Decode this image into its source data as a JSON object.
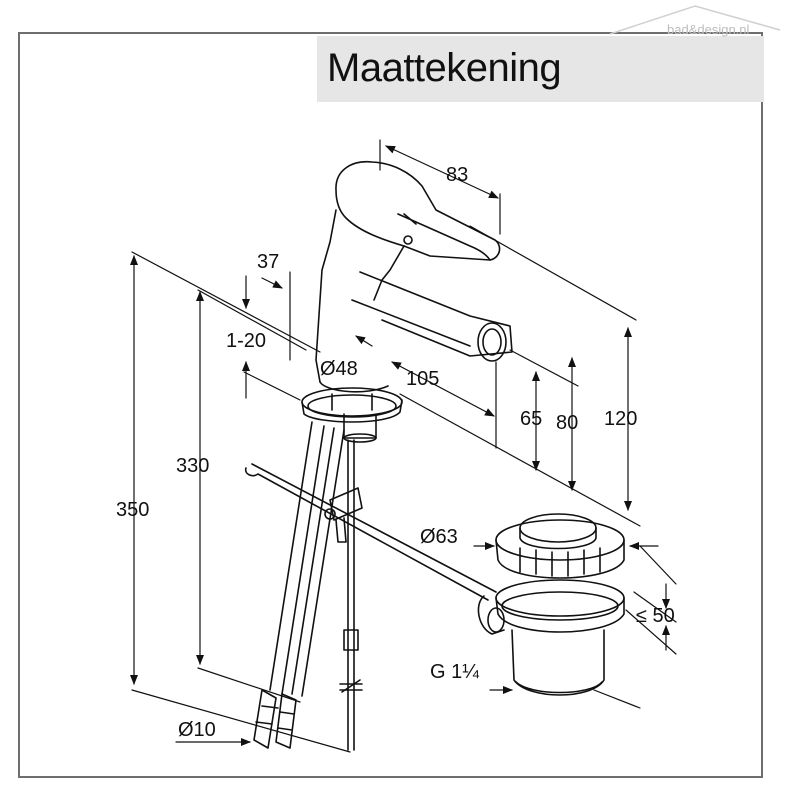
{
  "header": {
    "title": "Maattekening"
  },
  "watermark": {
    "text": "bad&design.nl"
  },
  "dimensions": {
    "d83": "83",
    "d37": "37",
    "d1_20": "1-20",
    "d48": "Ø48",
    "d105": "105",
    "d65": "65",
    "d80": "80",
    "d120": "120",
    "d330": "330",
    "d350": "350",
    "d63": "Ø63",
    "d50": "≤ 50",
    "g114": "G 1¼",
    "d10": "Ø10"
  },
  "colors": {
    "line": "#111111",
    "frame": "#6e6e6e",
    "title_bg": "#e6e6e6",
    "watermark": "#bdbdbd"
  }
}
